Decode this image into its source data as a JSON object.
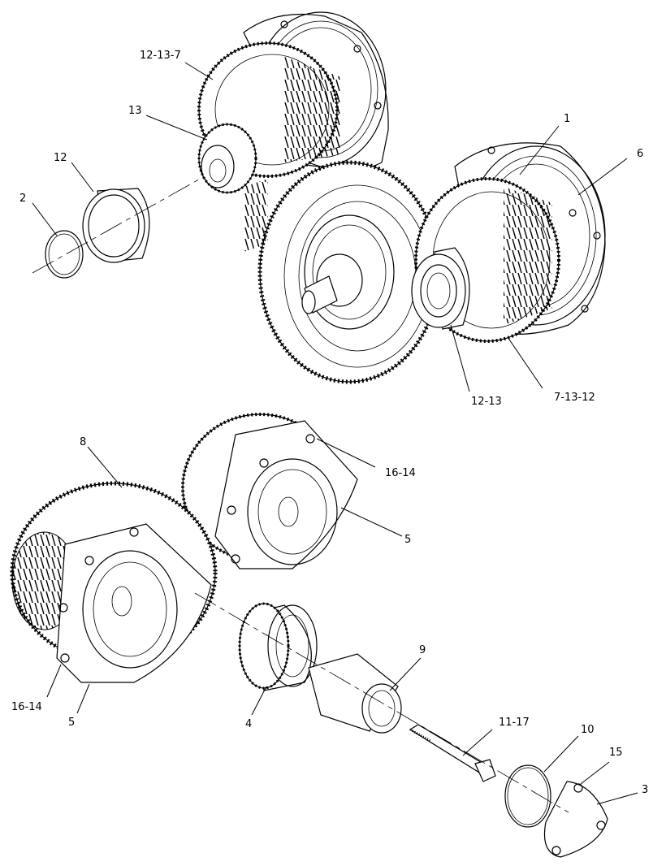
{
  "labels": {
    "l_12_13_7": "12-13-7",
    "l_13": "13",
    "l_12": "12",
    "l_2": "2",
    "l_1": "1",
    "l_6": "6",
    "l_12_13": "12-13",
    "l_7_13_12": "7-13-12",
    "l_8": "8",
    "l_16_14_top": "16-14",
    "l_5_right": "5",
    "l_9": "9",
    "l_11_17": "11-17",
    "l_10": "10",
    "l_15": "15",
    "l_3": "3",
    "l_16_14_left": "16-14",
    "l_5_left": "5",
    "l_4": "4"
  }
}
